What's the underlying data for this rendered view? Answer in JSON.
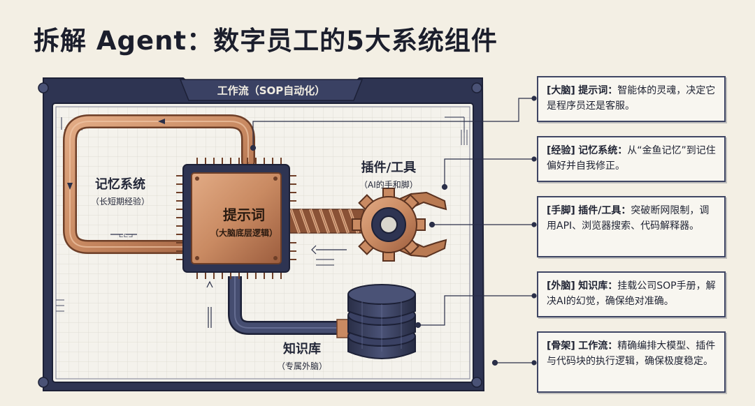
{
  "title": "拆解 Agent：数字员工的5大系统组件",
  "frame_title": "工作流（SOP自动化）",
  "components": {
    "memory": {
      "name": "记忆系统",
      "sub": "（长短期经验）"
    },
    "prompt": {
      "name": "提示词",
      "sub": "（大脑底层逻辑）"
    },
    "plugin": {
      "name": "插件/工具",
      "sub": "（AI的手和脚）"
    },
    "knowledge": {
      "name": "知识库",
      "sub": "（专属外脑）"
    }
  },
  "cards": [
    {
      "tag": "[大脑]",
      "head": "提示词：",
      "body": "智能体的灵魂，决定它是程序员还是客服。"
    },
    {
      "tag": "[经验]",
      "head": "记忆系统：",
      "body": "从“金鱼记忆”到记住偏好并自我修正。"
    },
    {
      "tag": "[手脚]",
      "head": "插件/工具：",
      "body": "突破断网限制，调用API、浏览器搜索、代码解释器。"
    },
    {
      "tag": "[外脑]",
      "head": "知识库：",
      "body": "挂载公司SOP手册，解决AI的幻觉，确保绝对准确。"
    },
    {
      "tag": "[骨架]",
      "head": "工作流：",
      "body": "精确编排大模型、插件与代码块的执行逻辑，确保极度稳定。"
    }
  ],
  "colors": {
    "frame": "#2e3452",
    "copper": "#c98a62",
    "copper_dark": "#8a5236",
    "database": "#2f3550",
    "background": "#f3efe4"
  }
}
